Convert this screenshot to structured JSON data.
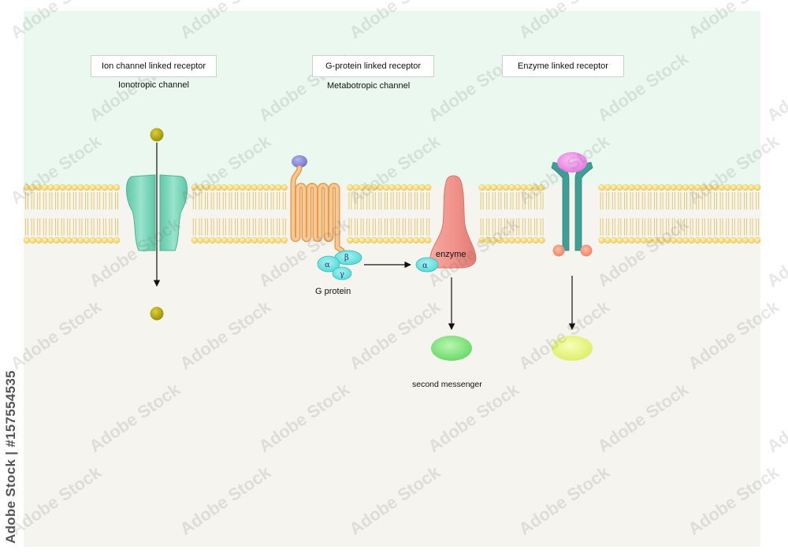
{
  "labels": {
    "ion_channel_receptor": "Ion channel linked receptor",
    "ionotropic_channel": "Ionotropic channel",
    "g_protein_receptor": "G-protein linked receptor",
    "metabotropic_channel": "Metabotropic channel",
    "enzyme_receptor": "Enzyme linked receptor",
    "g_protein": "G protein",
    "enzyme": "enzyme",
    "second_messenger": "second messenger",
    "alpha": "α",
    "beta": "β",
    "gamma": "γ"
  },
  "watermark": {
    "side_text": "Adobe Stock | #157554535",
    "stock_text": "Adobe Stock"
  },
  "colors": {
    "extracellular": "#eaf8ef",
    "intracellular": "#f5f4ee",
    "lipid_head": "#f7dc7a",
    "ion_channel": "#74d4b6",
    "ion": "#bdb116",
    "ligand_g": "#8e8fde",
    "gpcr": "#f0b270",
    "g_protein": "#69e2e0",
    "enzyme": "#f09a93",
    "second_messenger": "#7fe07f",
    "enzyme_receptor": "#3f9f95",
    "enzyme_ligand": "#f08aea",
    "kinase_domain": "#f4937a",
    "product_yellow": "#e8f57a"
  }
}
